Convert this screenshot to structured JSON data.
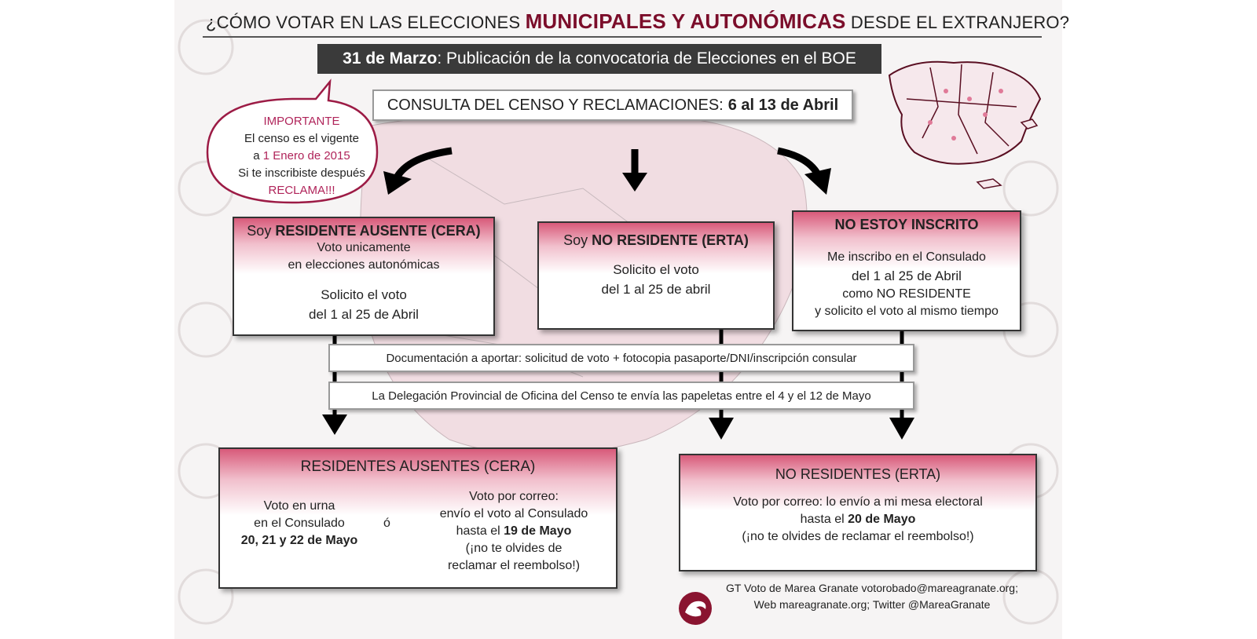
{
  "title": {
    "pre": "¿CÓMO VOTAR EN LAS ELECCIONES",
    "highlight": "MUNICIPALES Y AUTONÓMICAS",
    "post": "DESDE EL EXTRANJERO?"
  },
  "convocatoria": {
    "date": "31 de Marzo",
    "text": ": Publicación de la convocatoria de Elecciones en el BOE"
  },
  "censo": {
    "label": "CONSULTA DEL CENSO  Y  RECLAMACIONES:",
    "dates": "6 al 13 de Abril"
  },
  "important": {
    "heading": "IMPORTANTE",
    "line1": "El censo es el vigente",
    "line2_pre": "a ",
    "line2_date": "1 Enero de 2015",
    "line3": "Si te inscribiste después",
    "line4": "RECLAMA!!!"
  },
  "cera_box": {
    "pre": "Soy ",
    "title": "RESIDENTE AUSENTE (CERA)",
    "line1": "Voto unicamente",
    "line2": "en elecciones autonómicas",
    "line3": "Solicito el voto",
    "line4": "del 1 al 25 de Abril"
  },
  "erta_box": {
    "pre": "Soy  ",
    "title": "NO RESIDENTE (ERTA)",
    "line1": "Solicito el voto",
    "line2": "del 1 al 25 de abril"
  },
  "noinscrito_box": {
    "title": "NO ESTOY INSCRITO",
    "line1": "Me inscribo en el Consulado",
    "line2": "del 1 al 25 de Abril",
    "line3": "como NO RESIDENTE",
    "line4": "y solicito el voto al mismo tiempo"
  },
  "documentacion": "Documentación a aportar: solicitud de voto + fotocopia pasaporte/DNI/inscripción consular",
  "delegacion": "La Delegación Provincial de Oficina del Censo te envía las papeletas entre el 4 y el 12 de Mayo",
  "cera_result": {
    "title": "RESIDENTES AUSENTES (CERA)",
    "urna_line1": "Voto en urna",
    "urna_line2": "en el Consulado",
    "urna_dates": "20, 21 y 22 de Mayo",
    "or": "ó",
    "correo_line1": "Voto por correo:",
    "correo_line2": "envío el voto al Consulado",
    "correo_line3_pre": "hasta el ",
    "correo_line3_date": "19 de Mayo",
    "correo_line4": "(¡no te olvides de",
    "correo_line5": "reclamar el reembolso!)"
  },
  "erta_result": {
    "title": "NO RESIDENTES (ERTA)",
    "line1": "Voto por correo: lo envío a mi mesa electoral",
    "line2_pre": "hasta el ",
    "line2_date": "20 de Mayo",
    "line3": "(¡no te olvides de reclamar el reembolso!)"
  },
  "footer": {
    "line1": "GT Voto de Marea Granate votorobado@mareagranate.org;",
    "line2": "Web mareagranate.org; Twitter @MareaGranate"
  },
  "colors": {
    "accent": "#7b0d2a",
    "pink_text": "#b0245a",
    "box_top": "#d85a7a",
    "dark_bar": "#3a3a3a"
  }
}
